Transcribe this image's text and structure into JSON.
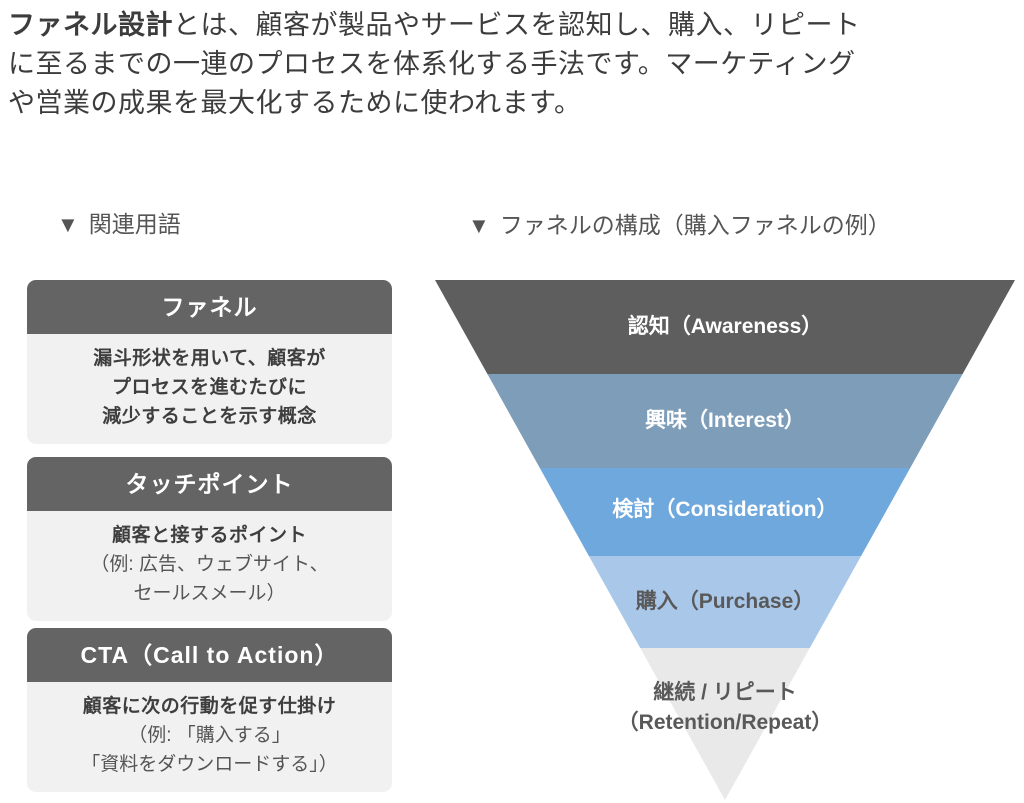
{
  "intro": {
    "line1_lead": "ファネル設計",
    "line1_rest": "とは、顧客が製品やサービスを認知し、購入、リピート",
    "line2": "に至るまでの一連のプロセスを体系化する手法です。マーケティング",
    "line3": "や営業の成果を最大化するために使われます。"
  },
  "sections": {
    "terms": {
      "marker": "▼",
      "title": "関連用語"
    },
    "funnel": {
      "marker": "▼",
      "title": "ファネルの構成（購入ファネルの例）"
    }
  },
  "terms": [
    {
      "title": "ファネル",
      "emphasis": [
        "漏斗形状を用いて、顧客が",
        "プロセスを進むたびに",
        "減少することを示す概念"
      ],
      "note": []
    },
    {
      "title": "タッチポイント",
      "emphasis": [
        "顧客と接するポイント"
      ],
      "note": [
        "（例: 広告、ウェブサイト、",
        "セールスメール）"
      ]
    },
    {
      "title": "CTA（Call to Action）",
      "emphasis": [
        "顧客に次の行動を促す仕掛け"
      ],
      "note": [
        "（例: 「購入する」",
        "「資料をダウンロードする」）"
      ]
    }
  ],
  "funnel": {
    "stages": [
      {
        "label": "認知（Awareness）",
        "color": "#5e5e5e",
        "text_color": "#ffffff"
      },
      {
        "label": "興味（Interest）",
        "color": "#7e9db9",
        "text_color": "#ffffff"
      },
      {
        "label": "検討（Consideration）",
        "color": "#6fa8dc",
        "text_color": "#ffffff"
      },
      {
        "label": "購入（Purchase）",
        "color": "#a9c7e9",
        "text_color": "#595959"
      },
      {
        "label": "継続 / リピート",
        "label_line2": "（Retention/Repeat）",
        "color": "#e9e9e9",
        "text_color": "#595959"
      }
    ]
  },
  "colors": {
    "page_bg": "#ffffff",
    "body_text": "#3c3c3c",
    "heading_text": "#555555",
    "card_header_bg": "#646464",
    "card_body_bg": "#f1f1f1"
  }
}
